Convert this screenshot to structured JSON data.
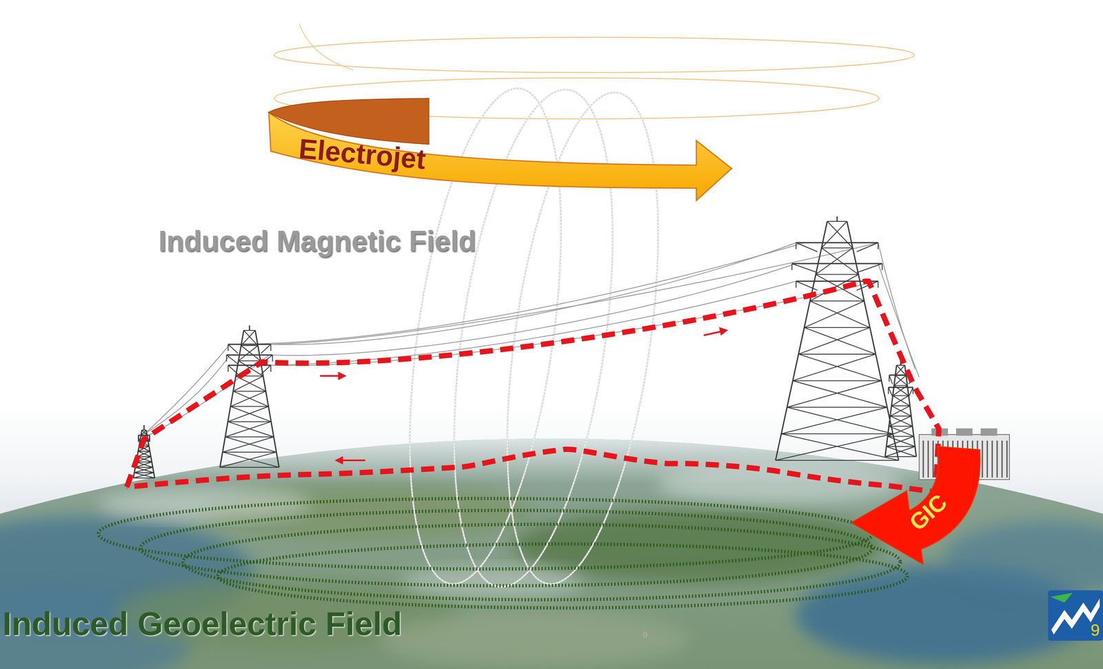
{
  "diagram": {
    "nodes": [
      {
        "text": [
          "Electrojet"
        ]
      },
      {
        "text": [
          "GIC"
        ]
      },
      {
        "text": [
          "9"
        ]
      }
    ],
    "labels": [
      "Induced Magnetic Field",
      "Induced Geoelectric Field",
      "9"
    ]
  }
}
